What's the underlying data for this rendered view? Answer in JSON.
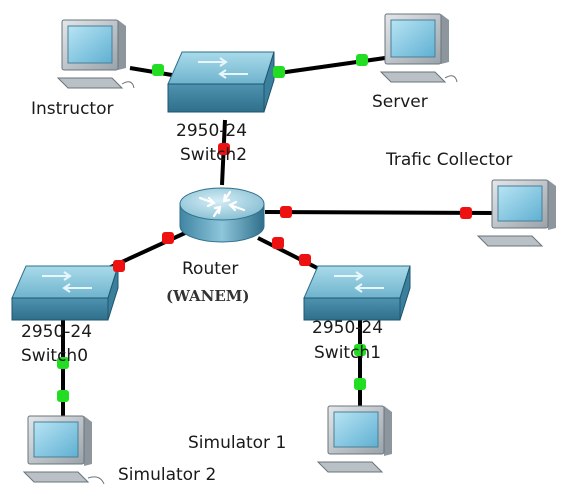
{
  "nodes": {
    "instructor_pc": {
      "label": "Instructor"
    },
    "server_pc": {
      "label": "Server"
    },
    "collector_pc": {
      "label": "Trafic Collector"
    },
    "switch2": {
      "model": "2950-24",
      "name": "Switch2"
    },
    "router": {
      "name": "Router",
      "subtitle": "(WANEM)"
    },
    "switch0": {
      "model": "2950-24",
      "name": "Switch0"
    },
    "switch1": {
      "model": "2950-24",
      "name": "Switch1"
    },
    "sim2_pc": {
      "label": "Simulator 2"
    },
    "sim1_pc": {
      "label": "Simulator 1"
    }
  },
  "link_status_colors": {
    "up": "#22dd22",
    "down": "#ee1111"
  },
  "colors": {
    "device_blue": "#6fb3cd",
    "device_dark": "#2f6f8b",
    "pc_gray": "#c8ced4"
  }
}
